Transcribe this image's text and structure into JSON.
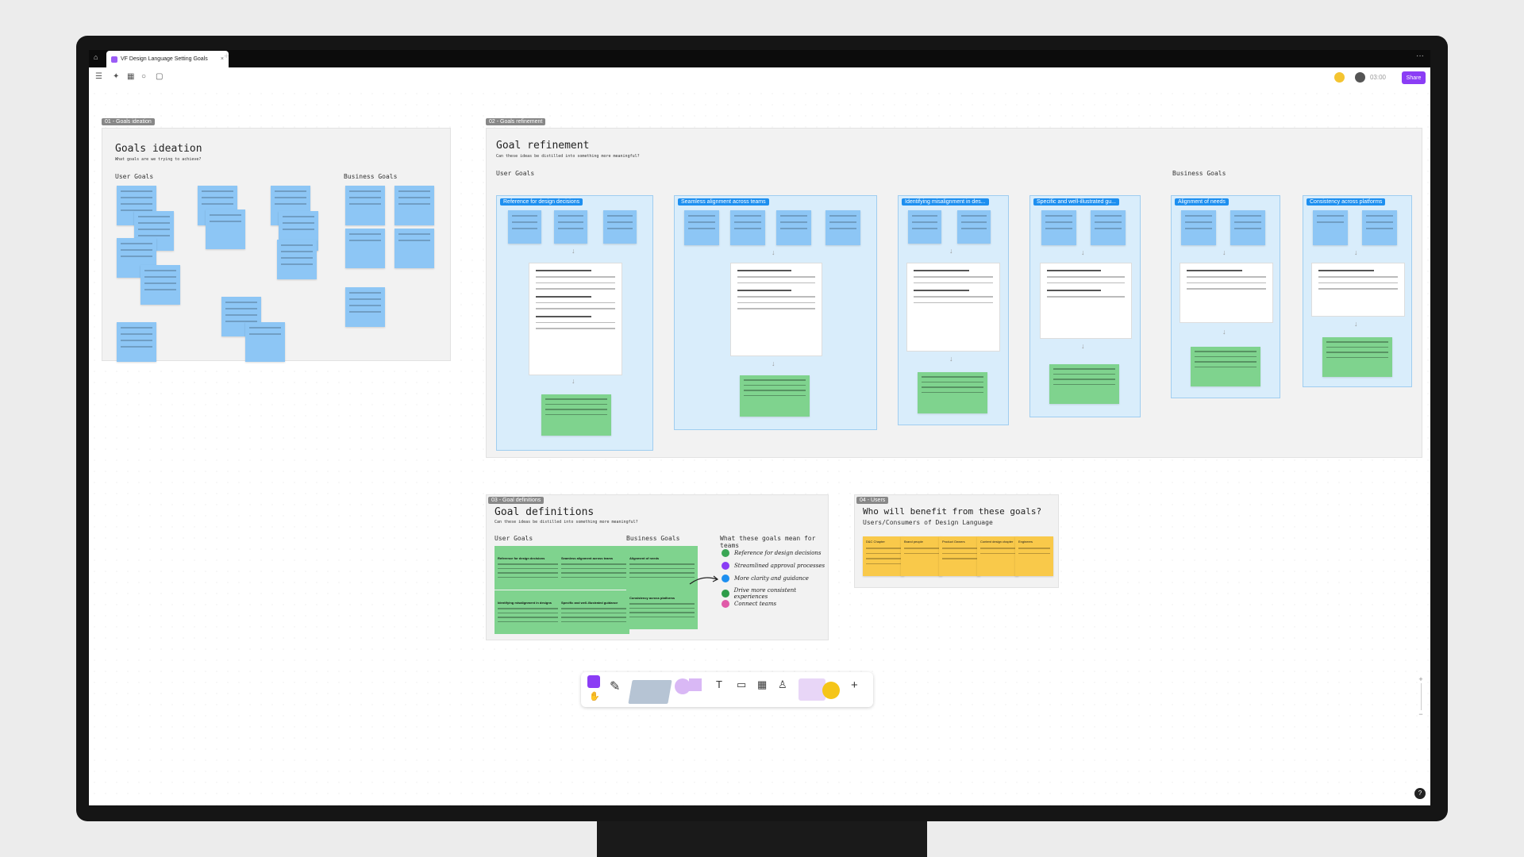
{
  "window": {
    "tab_title": "VF Design Language Setting Goals",
    "tab_close": "×",
    "new_tab": "+",
    "more": "···"
  },
  "toolbar": {
    "share_label": "Share",
    "timer": "03:00"
  },
  "sections": {
    "s1": {
      "tag": "01 - Goals ideation",
      "title": "Goals ideation",
      "subtitle": "What goals are we trying to achieve?",
      "user_label": "User Goals",
      "business_label": "Business Goals"
    },
    "s2": {
      "tag": "02 - Goals refinement",
      "title": "Goal refinement",
      "subtitle": "Can these ideas be distilled into something more meaningful?",
      "user_label": "User Goals",
      "business_label": "Business Goals",
      "columns": [
        "Reference for design decisions",
        "Seamless alignment across teams",
        "Identifying misalignment in des...",
        "Specific and well-illustrated gu...",
        "Alignment of needs",
        "Consistency across platforms"
      ]
    },
    "s3": {
      "tag": "03 - Goal definitions",
      "title": "Goal definitions",
      "subtitle": "Can these ideas be distilled into something more meaningful?",
      "user_label": "User Goals",
      "business_label": "Business Goals",
      "meaning_label": "What these goals mean for teams",
      "cards": [
        "Reference for design decisions",
        "Seamless alignment across teams",
        "Alignment of needs",
        "Identifying misalignment in designs",
        "Specific and well-illustrated guidance",
        "Consistency across platforms"
      ],
      "meanings": [
        "Reference for design decisions",
        "Streamlined approval processes",
        "More clarity and guidance",
        "Drive more consistent experiences",
        "Connect teams"
      ],
      "meaning_colors": [
        "#3aa655",
        "#8a3df5",
        "#1d8ff0",
        "#2e9c4a",
        "#e05aa8"
      ]
    },
    "s4": {
      "tag": "04 - Users",
      "title": "Who will benefit from these goals?",
      "subtitle": "Users/Consumers of Design Language",
      "users": [
        "D&C Chapter",
        "Brand people",
        "Product Owners",
        "Content design chapter",
        "Engineers"
      ]
    }
  },
  "colors": {
    "accent": "#8b3df5",
    "sticky_blue": "#8dc6f5",
    "sticky_green": "#7fd38e",
    "sticky_yellow": "#f9c94a"
  }
}
